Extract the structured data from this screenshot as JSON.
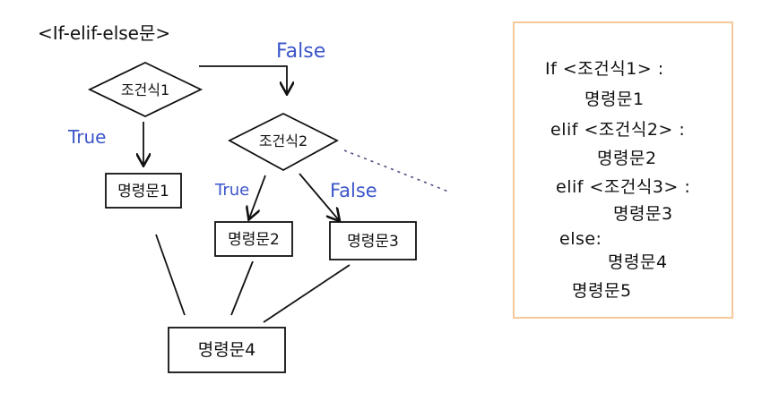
{
  "diagram": {
    "title": "<If-elif-else문>",
    "nodes": {
      "cond1": "조건식1",
      "cond2": "조건식2",
      "stmt1": "명령문1",
      "stmt2": "명령문2",
      "stmt3": "명령문3",
      "stmt4": "명령문4"
    },
    "labels": {
      "false_top": "False",
      "true_left": "True",
      "true_mid": "True",
      "false_mid": "False"
    },
    "colors": {
      "label": "#3b56c9",
      "ink": "#111111",
      "box": "#f6c99a"
    }
  },
  "code": {
    "lines": [
      "If <조건식1> :",
      "명령문1",
      "elif <조건식2> :",
      "명령문2",
      "elif <조건식3> :",
      "명령문3",
      "else:",
      "명령문4",
      "명령문5"
    ]
  }
}
